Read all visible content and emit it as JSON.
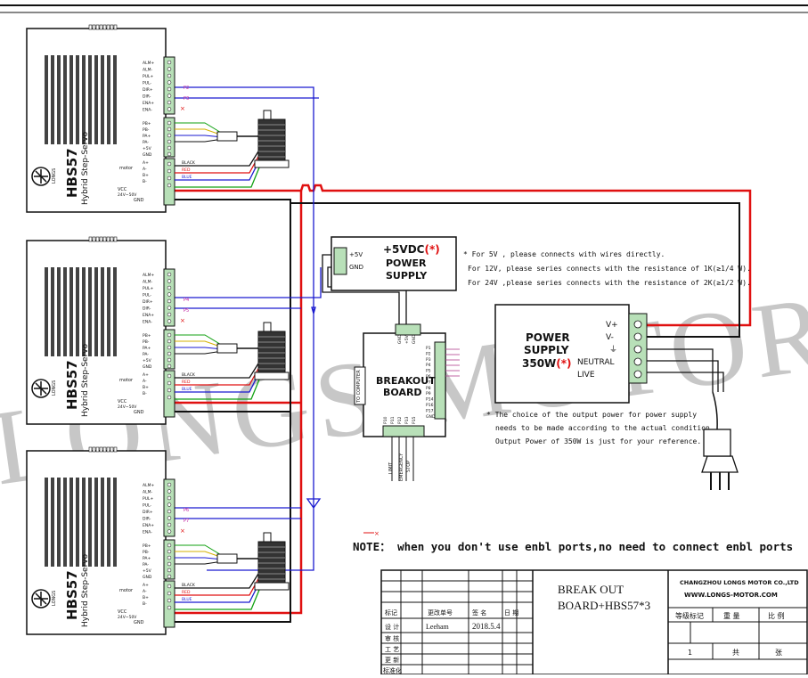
{
  "colors": {
    "red": "#e01010",
    "blue": "#1a1ad0",
    "black": "#111111",
    "green": "#10a010",
    "watermark": "#9a9a9a",
    "star": "#e01010"
  },
  "watermark": "LONGS MOTOR",
  "driver": {
    "model": "HBS57",
    "subtitle": "Hybrid Step-Servo",
    "company": "LONGS",
    "ports_top": [
      "ALM+",
      "ALM-",
      "PUL+",
      "PUL-",
      "DIR+",
      "DIR-",
      "ENA+",
      "ENA-"
    ],
    "ports_mid": [
      "PB+",
      "PB-",
      "PA+",
      "PA-",
      "+5V",
      "GND"
    ],
    "ports_motor": [
      "A+",
      "A-",
      "B+",
      "B-"
    ],
    "motor_label": "motor",
    "vcc_label": "VCC",
    "vcc_value": "24V~50V",
    "gnd_label": "GND"
  },
  "wire_labels": {
    "driver1": [
      "P2",
      "P3"
    ],
    "driver2": [
      "P4",
      "P5"
    ],
    "driver3": [
      "P6",
      "P7"
    ],
    "wire_colors": [
      "BLACK",
      "RED",
      "BLUE"
    ]
  },
  "psu5v": {
    "title": "+5VDC",
    "line2": "POWER",
    "line3": "SUPPLY",
    "pin1": "+5V",
    "pin2": "GND",
    "star": "(*)"
  },
  "notes_5v": [
    "* For 5V , please connects with wires directly.",
    "For 12V, please series connects with the resistance of 1K(≥1/4 W).",
    "For 24V ,please series connects with the resistance of 2K(≥1/2 W)."
  ],
  "breakout": {
    "line1": "BREAKOUT",
    "line2": "BOARD",
    "side_label": "TO COMPUTER",
    "top_pins": [
      "GND",
      "+5V",
      "GND"
    ],
    "right_pins": [
      "P1",
      "P2",
      "P3",
      "P4",
      "P5",
      "P6",
      "P7",
      "P8",
      "P9",
      "P14",
      "P16",
      "P17",
      "GND"
    ],
    "bottom_pins": [
      "P10",
      "P11",
      "P12",
      "P13",
      "P15"
    ],
    "bottom_labels": [
      "LIMIT",
      "EMERGENCY",
      "STOP"
    ]
  },
  "psu350": {
    "line1": "POWER",
    "line2": "SUPPLY",
    "line3": "350W",
    "star": "(*)",
    "terminals": [
      "V+",
      "V-",
      "⏚",
      "NEUTRAL",
      "LIVE"
    ]
  },
  "notes_psu": [
    "* The choice of  the output power for power supply",
    "needs to be made according to the actual condition.",
    "Output Power of 350W is just for your reference."
  ],
  "note": "NOTE： when you don't use enbl ports,no need to connect enbl ports",
  "title_block": {
    "title_line1": "BREAK OUT",
    "title_line2": "BOARD+HBS57*3",
    "company": "CHANGZHOU LONGS MOTOR CO.,LTD",
    "website": "WWW.LONGS-MOTOR.COM",
    "row_headers": [
      "标记",
      "更改单号",
      "签 名",
      "日 期"
    ],
    "labels": [
      "设 计",
      "审 核",
      "工 艺",
      "更 新",
      "标准化"
    ],
    "designer": "Leeham",
    "date": "2018.5.4",
    "stage_headers": [
      "等级标记",
      "重 量",
      "比 例"
    ],
    "sheet_count": "1",
    "sheet_total_label": "共",
    "sheet_label": "张"
  }
}
